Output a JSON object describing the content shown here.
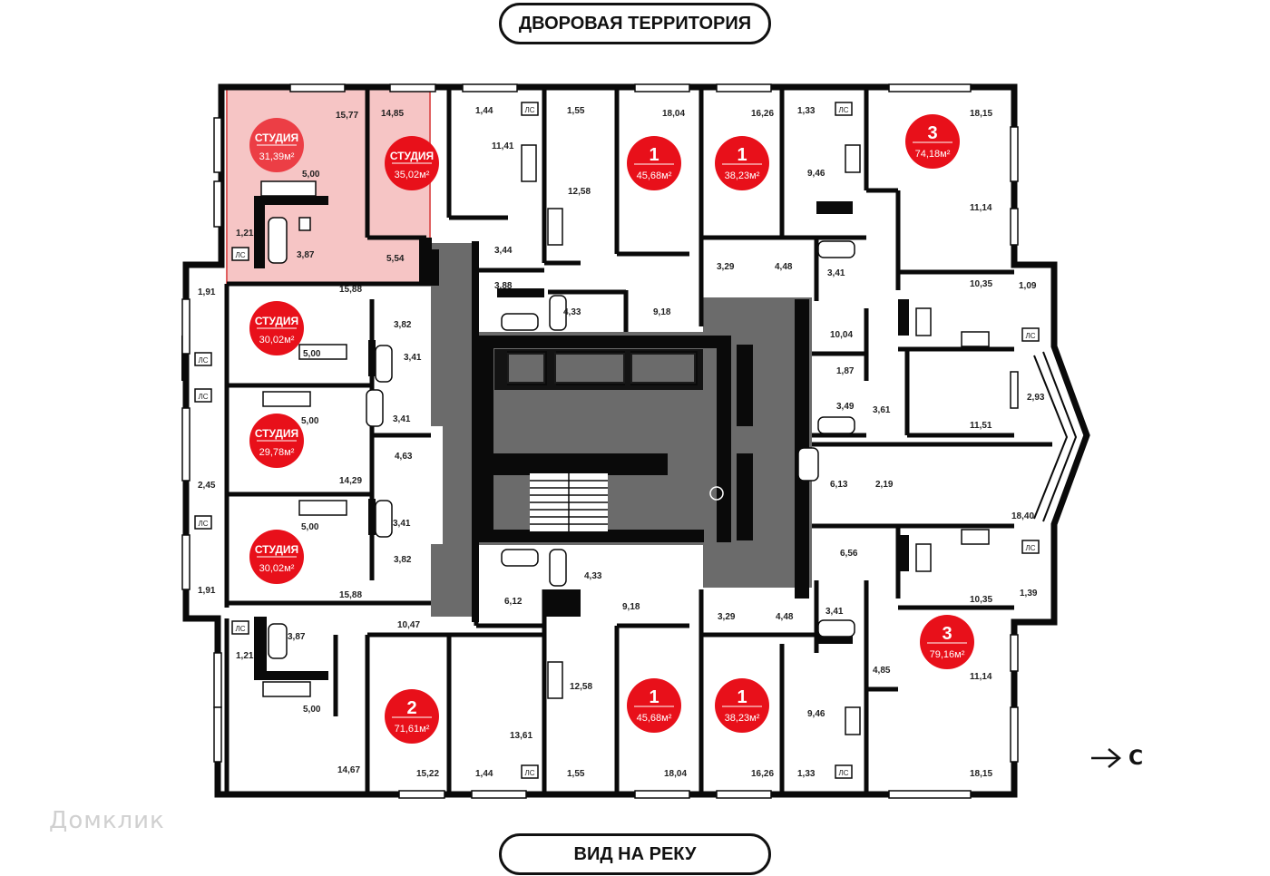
{
  "labels": {
    "top": "ДВОРОВАЯ ТЕРРИТОРИЯ",
    "bottom": "ВИД НА РЕКУ",
    "north": "С",
    "watermark": "Домклик",
    "wc": "ЛС"
  },
  "colors": {
    "wall": "#0a0a0a",
    "core": "#6b6b6b",
    "badge": "#e8101a",
    "highlight": "#f6c5c5",
    "highlight_border": "#e06060"
  },
  "apartments": [
    {
      "id": "a1",
      "rooms": "СТУДИЯ",
      "area": "31,39м²",
      "highlighted": true
    },
    {
      "id": "a2",
      "rooms": "СТУДИЯ",
      "area": "35,02м²"
    },
    {
      "id": "a3",
      "rooms": "1",
      "area": "45,68м²"
    },
    {
      "id": "a4",
      "rooms": "1",
      "area": "38,23м²"
    },
    {
      "id": "a5",
      "rooms": "3",
      "area": "74,18м²"
    },
    {
      "id": "a6",
      "rooms": "СТУДИЯ",
      "area": "30,02м²"
    },
    {
      "id": "a7",
      "rooms": "СТУДИЯ",
      "area": "29,78м²"
    },
    {
      "id": "a8",
      "rooms": "СТУДИЯ",
      "area": "30,02м²"
    },
    {
      "id": "a9",
      "rooms": "2",
      "area": "71,61м²"
    },
    {
      "id": "a10",
      "rooms": "1",
      "area": "45,68м²"
    },
    {
      "id": "a11",
      "rooms": "1",
      "area": "38,23м²"
    },
    {
      "id": "a12",
      "rooms": "3",
      "area": "79,16м²"
    }
  ],
  "room_areas": [
    "15,77",
    "5,00",
    "1,21",
    "3,87",
    "5,54",
    "14,85",
    "1,44",
    "1,55",
    "11,41",
    "12,58",
    "3,44",
    "3,88",
    "4,33",
    "18,04",
    "9,18",
    "16,26",
    "1,33",
    "9,46",
    "3,29",
    "4,48",
    "3,41",
    "18,15",
    "11,14",
    "10,35",
    "1,09",
    "10,04",
    "1,87",
    "3,49",
    "3,61",
    "2,93",
    "11,51",
    "6,13",
    "2,19",
    "18,40",
    "1,91",
    "15,88",
    "3,82",
    "5,00",
    "3,41",
    "3,41",
    "5,00",
    "4,63",
    "2,45",
    "14,29",
    "5,00",
    "3,41",
    "3,82",
    "1,91",
    "15,88",
    "6,56",
    "6,12",
    "4,33",
    "9,18",
    "10,47",
    "3,87",
    "1,21",
    "5,00",
    "12,58",
    "13,61",
    "14,67",
    "15,22",
    "1,44",
    "1,55",
    "18,04",
    "3,29",
    "4,48",
    "3,41",
    "16,26",
    "1,33",
    "9,46",
    "4,85",
    "11,14",
    "10,35",
    "1,39",
    "18,15"
  ]
}
